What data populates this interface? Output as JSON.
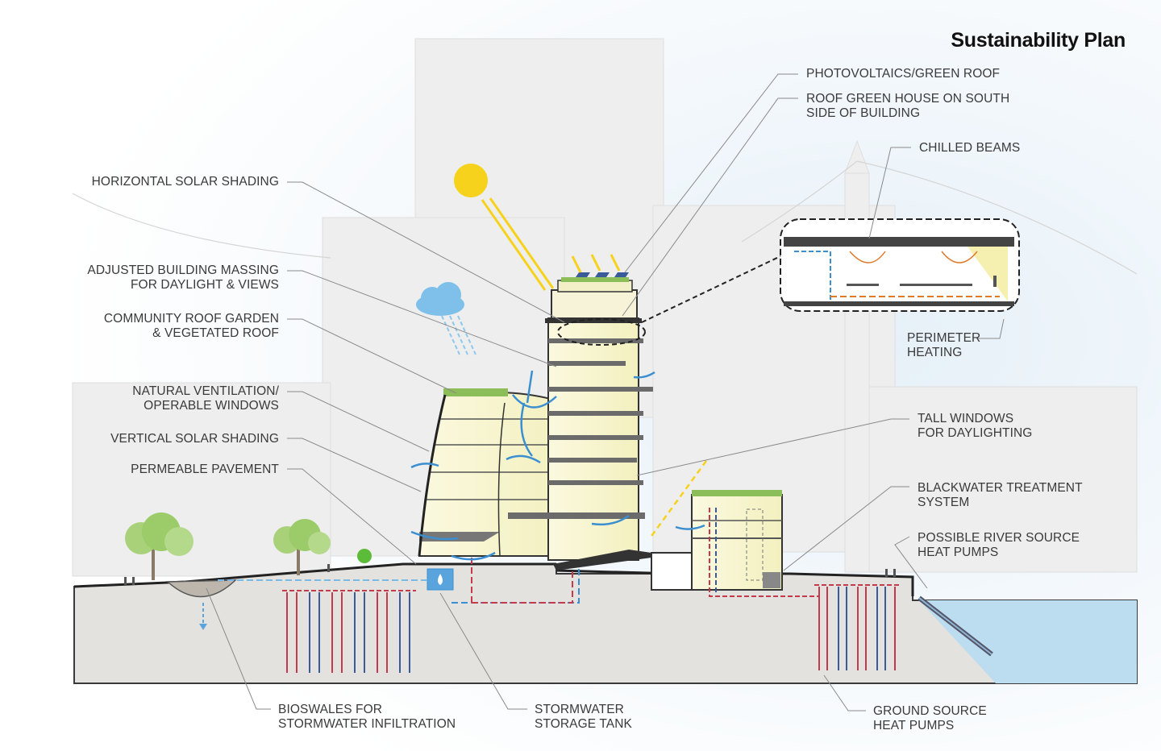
{
  "title": "Sustainability Plan",
  "colors": {
    "sun": "#f6d21c",
    "water": "#3b8fd1",
    "heat_red": "#c43a4b",
    "leader": "#8a8a8a",
    "ground": "#e4e2de",
    "river": "#bcdcf0",
    "glass": "#f7f5cf"
  },
  "labels": {
    "horizontal_solar_shading": [
      "HORIZONTAL SOLAR SHADING"
    ],
    "adjusted_massing": [
      "ADJUSTED BUILDING MASSING",
      "FOR DAYLIGHT & VIEWS"
    ],
    "community_roof_garden": [
      "COMMUNITY ROOF GARDEN",
      "& VEGETATED ROOF"
    ],
    "natural_ventilation": [
      "NATURAL VENTILATION/",
      "OPERABLE WINDOWS"
    ],
    "vertical_solar_shading": [
      "VERTICAL SOLAR SHADING"
    ],
    "permeable_pavement": [
      "PERMEABLE PAVEMENT"
    ],
    "photovoltaics": [
      "PHOTOVOLTAICS/GREEN ROOF"
    ],
    "roof_green_house": [
      "ROOF GREEN HOUSE ON SOUTH",
      "SIDE OF BUILDING"
    ],
    "chilled_beams": [
      "CHILLED BEAMS"
    ],
    "perimeter_heating": [
      "PERIMETER",
      "HEATING"
    ],
    "tall_windows": [
      "TALL WINDOWS",
      "FOR DAYLIGHTING"
    ],
    "blackwater": [
      "BLACKWATER TREATMENT",
      "SYSTEM"
    ],
    "river_heat_pumps": [
      "POSSIBLE RIVER SOURCE",
      "HEAT PUMPS"
    ],
    "bioswales": [
      "BIOSWALES FOR",
      "STORMWATER INFILTRATION"
    ],
    "stormwater_tank": [
      "STORMWATER",
      "STORAGE TANK"
    ],
    "ground_source": [
      "GROUND SOURCE",
      "HEAT PUMPS"
    ]
  }
}
